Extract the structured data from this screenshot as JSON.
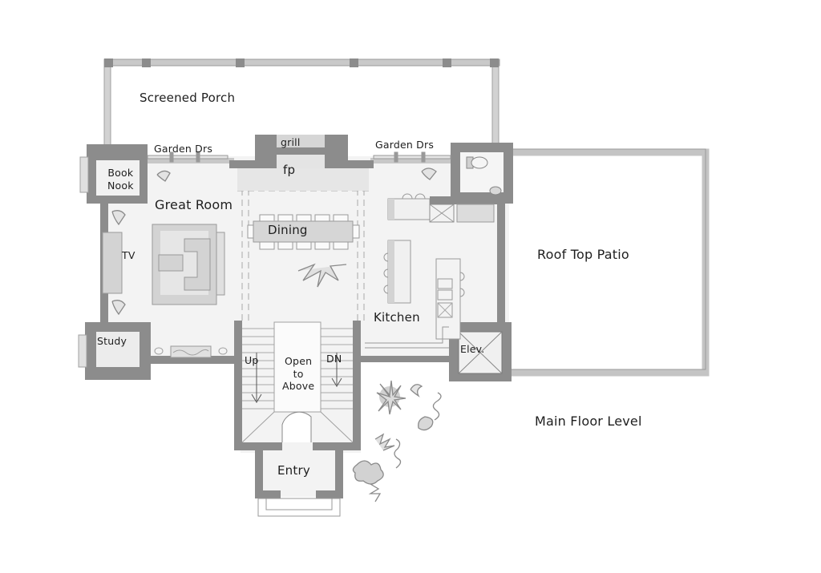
{
  "drawing": {
    "title": "Main Floor Level",
    "type": "architectural floor plan",
    "colors": {
      "background": "#ffffff",
      "wall": "#8c8c8c",
      "wall_light": "#c4c4c4",
      "floor": "#f1f1f1",
      "furniture": "#d3d3d3",
      "line": "#6e6e6e",
      "label": "#1e1e1e",
      "landscape": "#b5b5b5"
    }
  },
  "rooms": {
    "screened_porch": "Screened Porch",
    "garden_doors_left": "Garden Drs",
    "garden_doors_right": "Garden Drs",
    "grill": "grill",
    "fireplace": "fp",
    "book_nook": "Book\nNook",
    "great_room": "Great Room",
    "tv": "TV",
    "dining": "Dining",
    "study": "Study",
    "kitchen": "Kitchen",
    "elevator": "Elev.",
    "roof_top_patio": "Roof Top Patio",
    "stair_up": "Up",
    "stair_down": "DN",
    "open_to_above": "Open\nto\nAbove",
    "entry": "Entry"
  },
  "landscape": {
    "plants": [
      "palm-plant",
      "palm-plant",
      "shrub",
      "groundcover",
      "groundcover",
      "fern"
    ]
  }
}
